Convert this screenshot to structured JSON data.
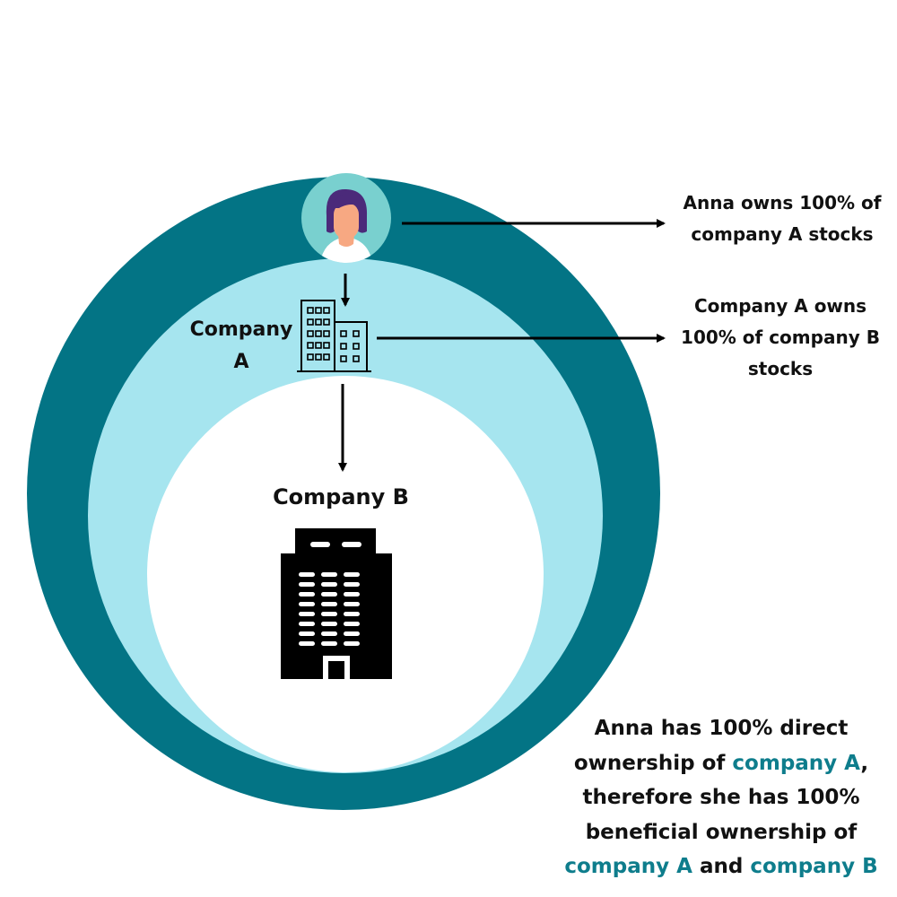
{
  "colors": {
    "outer_ring": "#037485",
    "middle_ring": "#a6e5ef",
    "inner_circle": "#ffffff",
    "avatar_bg": "#79d0cf",
    "accent_text": "#0e7d8c",
    "arrow": "#000000",
    "hair": "#4b2a7a",
    "skin": "#f7a882"
  },
  "labels": {
    "owner_line1": "Anna owns 100% of",
    "owner_line2": "company A stocks",
    "company_a_owns_line1": "Company A owns",
    "company_a_owns_line2": "100% of company B",
    "company_a_owns_line3": "stocks",
    "company_a_line1": "Company",
    "company_a_line2": "A",
    "company_b": "Company B"
  },
  "conclusion": {
    "line1": "Anna has 100% direct",
    "line2_pre": "ownership of ",
    "line2_accent": "company A",
    "line2_post": ",",
    "line3": "therefore she has 100%",
    "line4": "beneficial ownership of",
    "line5_accent1": "company A",
    "line5_mid": " and ",
    "line5_accent2": "company B"
  },
  "icons": {
    "person": "person-avatar-icon",
    "company_a": "office-buildings-icon",
    "company_b": "skyscraper-icon"
  }
}
